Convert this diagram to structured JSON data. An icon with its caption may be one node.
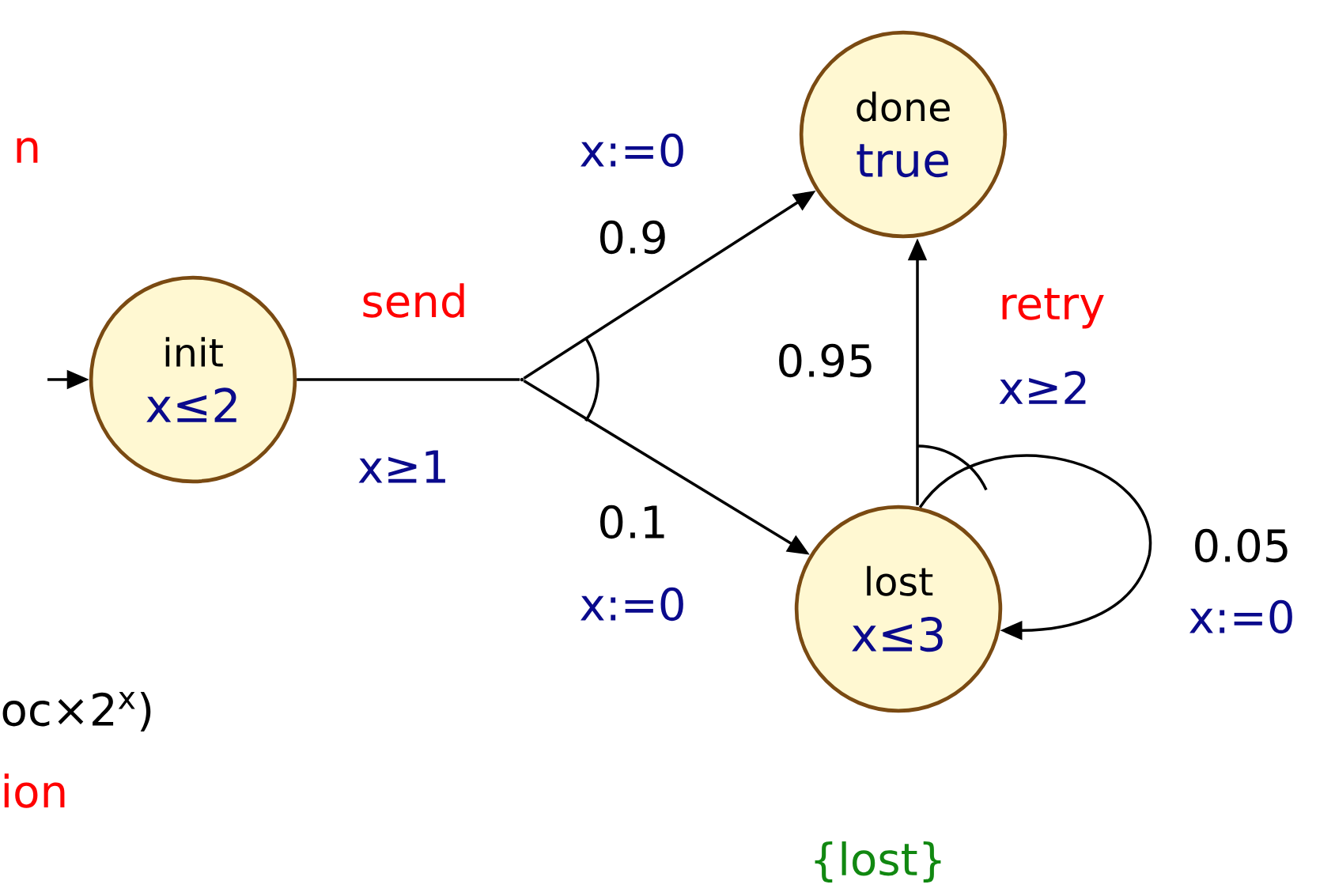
{
  "diagram": {
    "nodes": [
      {
        "text": [
          "init",
          "x≤2"
        ]
      },
      {
        "text": [
          "done",
          "true"
        ]
      },
      {
        "text": [
          "lost",
          "x≤3"
        ],
        "beside": [
          "{lost}"
        ]
      },
      {
        "text": [],
        "shape": "point"
      }
    ],
    "edges": [
      {
        "from": null,
        "to": 0,
        "arrow": "to"
      },
      {
        "from": 0,
        "to": 3,
        "arrow": "none",
        "label": "send"
      },
      {
        "from": 3,
        "to": 1,
        "arrow": "to",
        "label": "0.9"
      },
      {
        "from": 3,
        "to": 2,
        "arrow": "to",
        "label": "0.1"
      },
      {
        "from": 2,
        "to": 1,
        "arrow": "to",
        "label": "0.95"
      },
      {
        "from": 2,
        "to": 2,
        "arrow": "to",
        "label": "0.05"
      }
    ],
    "labels": [
      "n",
      "x:=0",
      "retry",
      "x≥1",
      "x≥2",
      "x:=0",
      "x:=0",
      "oc×2$^{x}$)",
      "ion"
    ]
  }
}
